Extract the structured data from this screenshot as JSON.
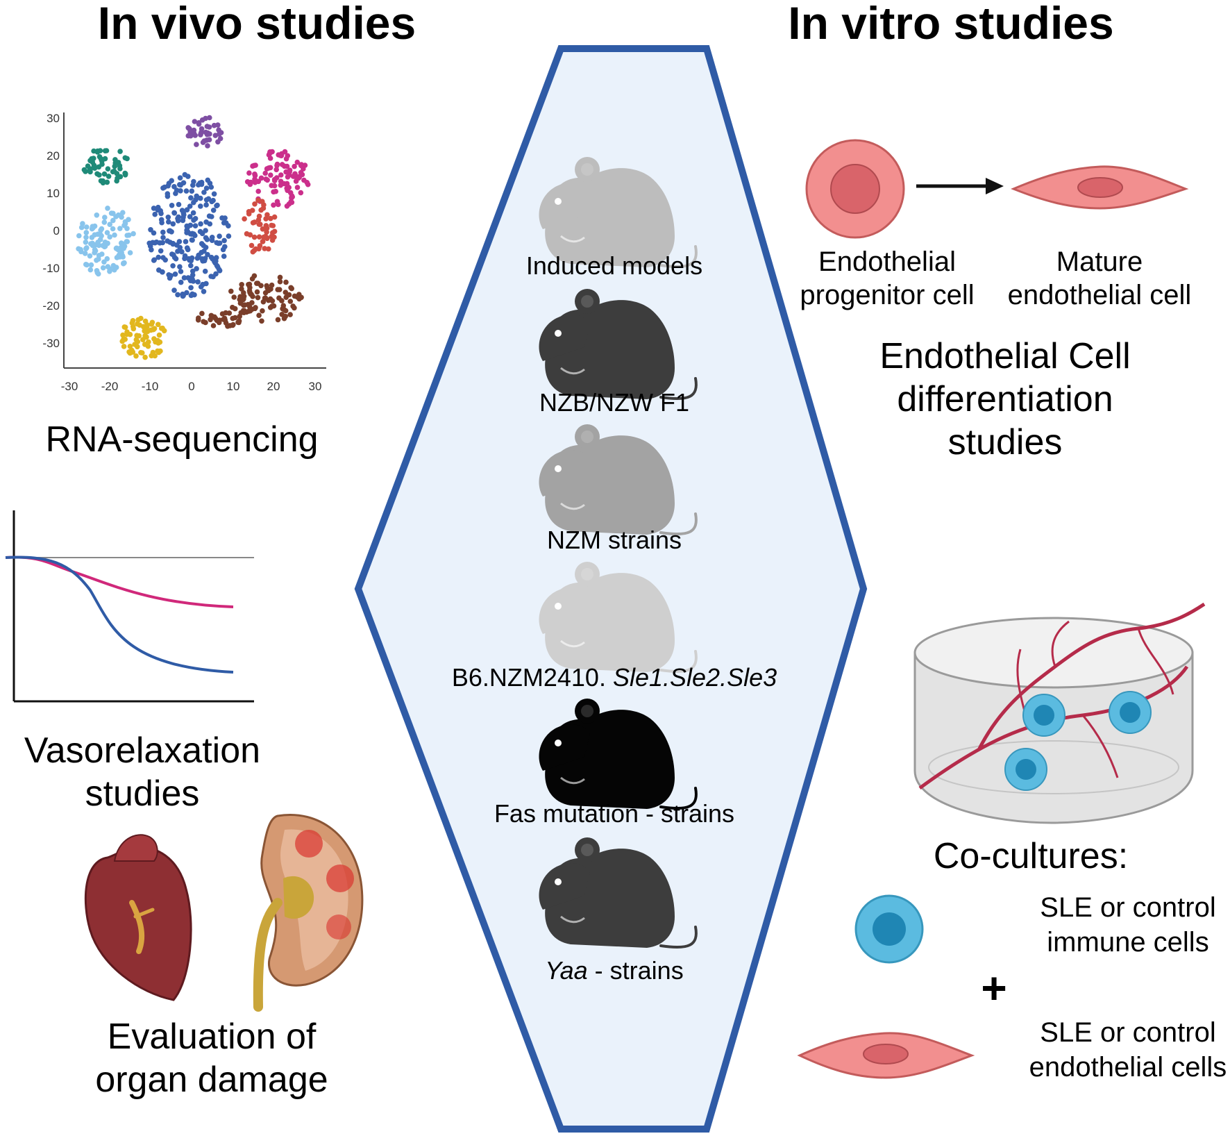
{
  "headings": {
    "left": "In vivo studies",
    "right": "In vitro studies"
  },
  "left_panels": {
    "rna_seq_label": "RNA-sequencing",
    "vasorelaxation_label_line1": "Vasorelaxation",
    "vasorelaxation_label_line2": "studies",
    "organ_label_line1": "Evaluation of",
    "organ_label_line2": "organ damage"
  },
  "tsne_axes": {
    "x_ticks": [
      "-30",
      "-20",
      "-10",
      "0",
      "10",
      "20",
      "30"
    ],
    "y_ticks": [
      "30",
      "20",
      "10",
      "0",
      "-10",
      "-20",
      "-30"
    ]
  },
  "mouse_models": [
    {
      "label": "Induced models",
      "italic_part": "",
      "color": "#bdbdbd"
    },
    {
      "label": "NZB/NZW F1",
      "italic_part": "",
      "color": "#3d3d3d"
    },
    {
      "label": "NZM strains",
      "italic_part": "",
      "color": "#a3a3a3"
    },
    {
      "label": "B6.NZM2410. ",
      "italic_part": "Sle1.Sle2.Sle3",
      "color": "#cfcfcf"
    },
    {
      "label": "Fas mutation -  strains",
      "italic_part": "",
      "color": "#050505"
    },
    {
      "label": "  -  strains",
      "italic_part": "Yaa",
      "color": "#3d3d3d"
    }
  ],
  "right_panels": {
    "progenitor_line1": "Endothelial",
    "progenitor_line2": "progenitor cell",
    "mature_line1": "Mature",
    "mature_line2": "endothelial cell",
    "diff_line1": "Endothelial Cell",
    "diff_line2": "differentiation",
    "diff_line3": "studies",
    "coculture_title": "Co-cultures:",
    "immune_line1": "SLE or control",
    "immune_line2": "immune cells",
    "plus": "+",
    "endo_line1": "SLE or control",
    "endo_line2": "endothelial cells"
  },
  "colors": {
    "diamond_stroke": "#2f5ba6",
    "diamond_fill": "#eaf2fb",
    "curve_magenta": "#d0287a",
    "curve_blue": "#2f5ba6",
    "cell_pink": "#f28f8f",
    "cell_blue": "#5bbbe0",
    "kidney": "#b5703a",
    "heart": "#8e2f33"
  }
}
